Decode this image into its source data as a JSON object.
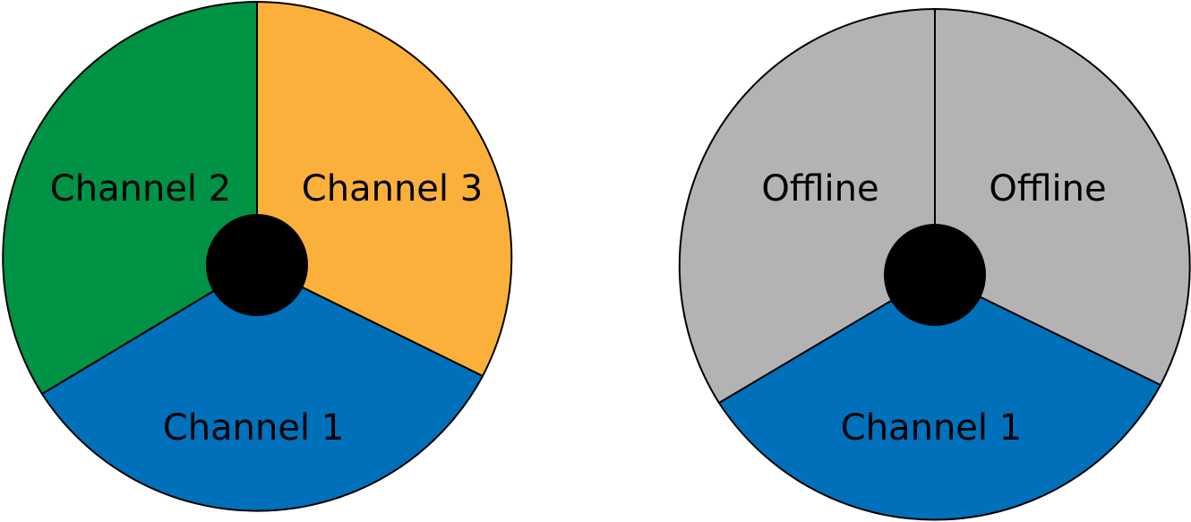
{
  "colors": {
    "channel_1": "#0070BB",
    "channel_2": "#009245",
    "channel_3": "#FBB03B",
    "offline": "#B3B3B3",
    "outline": "#000000",
    "hub": "#000000"
  },
  "wheels": [
    {
      "sectors": [
        {
          "label": "Channel 2",
          "color_key": "channel_2"
        },
        {
          "label": "Channel 3",
          "color_key": "channel_3"
        },
        {
          "label": "Channel 1",
          "color_key": "channel_1"
        }
      ]
    },
    {
      "sectors": [
        {
          "label": "Offline",
          "color_key": "offline"
        },
        {
          "label": "Offline",
          "color_key": "offline"
        },
        {
          "label": "Channel 1",
          "color_key": "channel_1"
        }
      ]
    }
  ]
}
